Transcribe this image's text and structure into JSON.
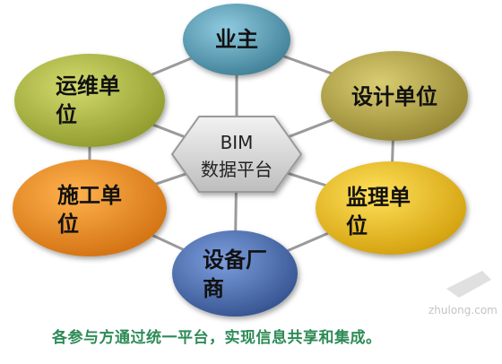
{
  "hub": {
    "line1": "BIM",
    "line2": "数据平台"
  },
  "nodes": {
    "owner": {
      "lines": [
        "业主"
      ]
    },
    "design": {
      "lines": [
        "设计单位"
      ]
    },
    "supervision": {
      "lines": [
        "监理单",
        "位"
      ]
    },
    "equipment": {
      "lines": [
        "设备厂",
        "商"
      ]
    },
    "construction": {
      "lines": [
        "施工单",
        "位"
      ]
    },
    "operation": {
      "lines": [
        "运维单",
        "位"
      ]
    }
  },
  "caption": "各参与方通过统一平台，实现信息共享和集成。",
  "watermark": {
    "text": "zhulong.com"
  },
  "colors": {
    "owner": "#4a8fa6",
    "design": "#a3953c",
    "supervision": "#e2b317",
    "equipment": "#3d5fa2",
    "construction": "#e2821e",
    "operation": "#a2ad37",
    "hub": "#c9c9c9",
    "caption": "#2e8b57"
  }
}
